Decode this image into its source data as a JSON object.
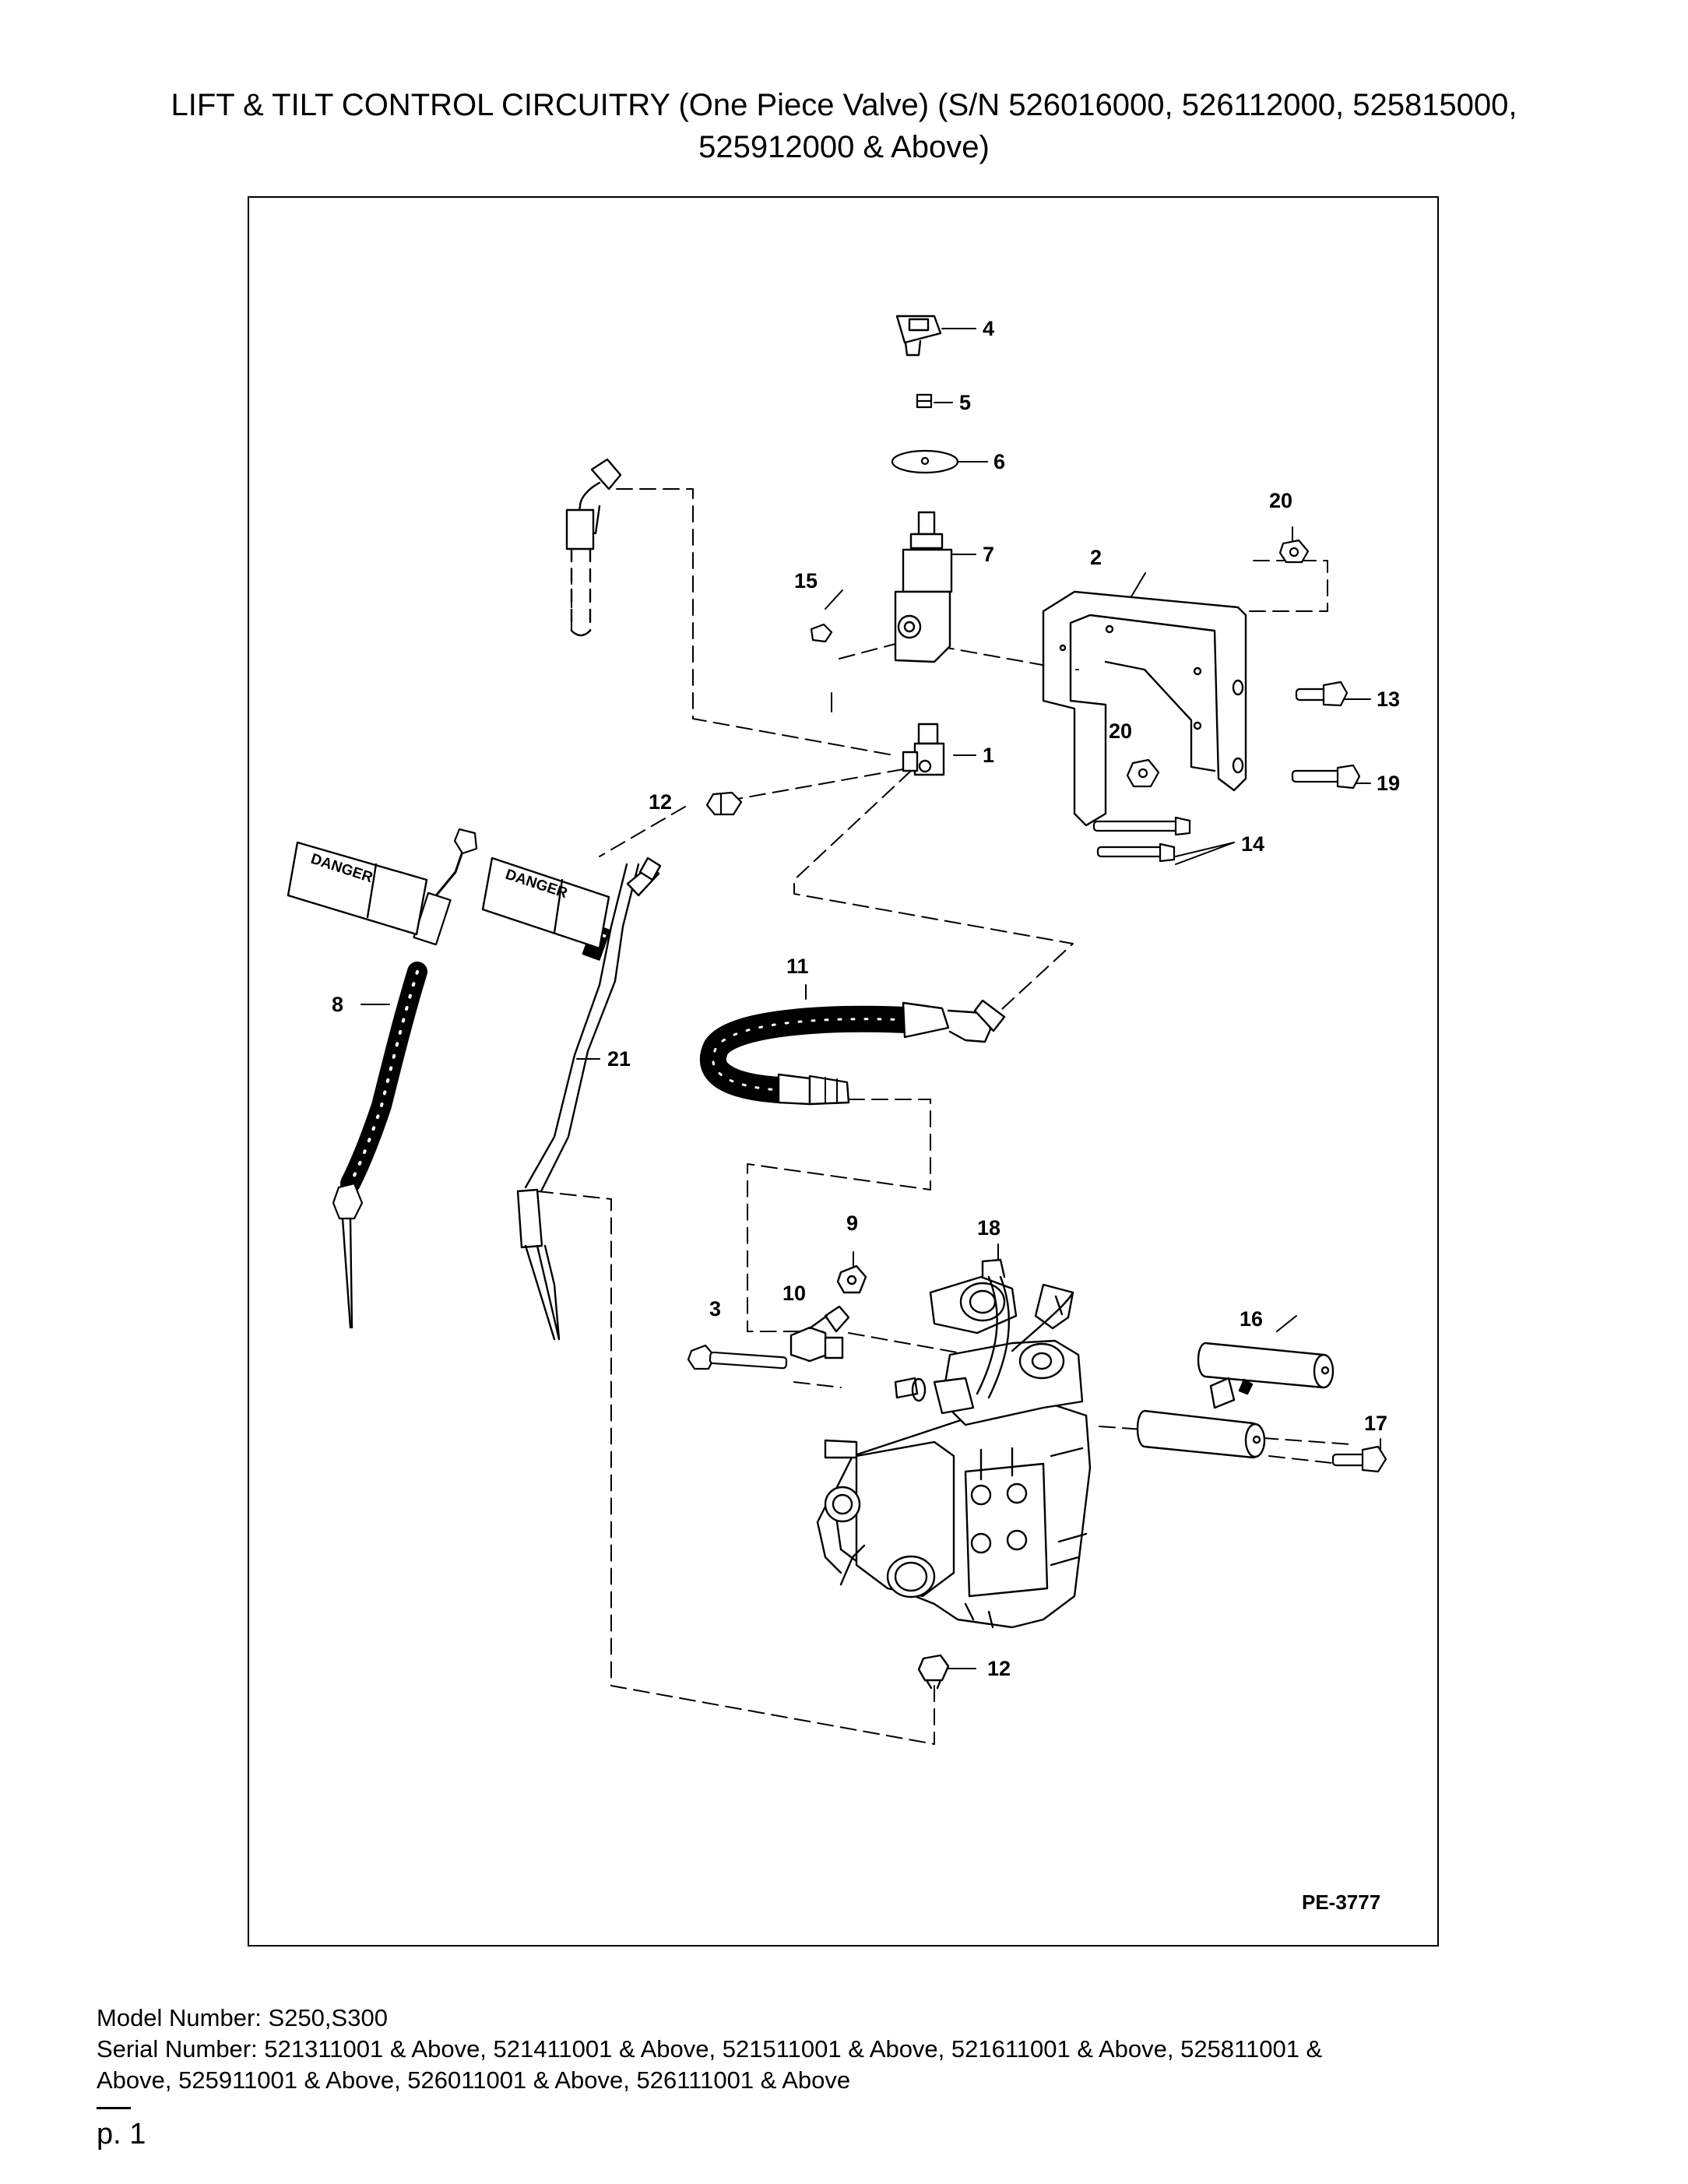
{
  "title": {
    "line1": "LIFT & TILT CONTROL CIRCUITRY (One Piece Valve) (S/N 526016000, 526112000, 525815000,",
    "line2": "525912000 & Above)"
  },
  "diagram": {
    "code": "PE-3777",
    "tag_text": "DANGER",
    "callouts": {
      "c1": "1",
      "c2": "2",
      "c3": "3",
      "c4": "4",
      "c5": "5",
      "c6": "6",
      "c7": "7",
      "c8": "8",
      "c9": "9",
      "c10": "10",
      "c11": "11",
      "c12a": "12",
      "c12b": "12",
      "c13": "13",
      "c14": "14",
      "c15": "15",
      "c16": "16",
      "c17": "17",
      "c18": "18",
      "c19": "19",
      "c20a": "20",
      "c20b": "20",
      "c21": "21"
    }
  },
  "footer": {
    "model": "Model Number: S250,S300",
    "serial_line1": "Serial Number: 521311001 & Above, 521411001 & Above, 521511001 & Above, 521611001 & Above, 525811001 &",
    "serial_line2": "Above, 525911001 & Above, 526011001 & Above, 526111001 & Above"
  },
  "page": "p. 1"
}
